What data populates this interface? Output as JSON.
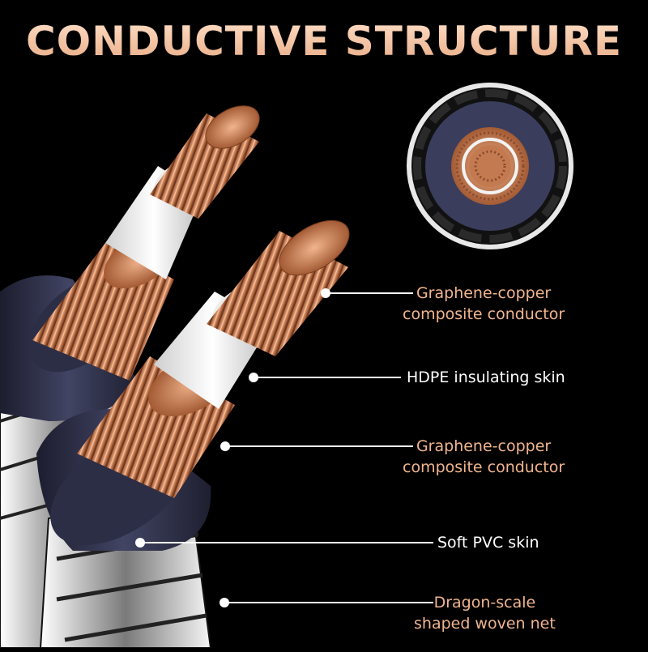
{
  "title": "CONDUCTIVE STRUCTURE",
  "callouts": [
    {
      "lines": [
        "Graphene-copper",
        "composite conductor"
      ],
      "color": "#f1b58f"
    },
    {
      "lines": [
        "HDPE insulating skin"
      ],
      "color": "#ffffff"
    },
    {
      "lines": [
        "Graphene-copper",
        "composite conductor"
      ],
      "color": "#f1b58f"
    },
    {
      "lines": [
        "Soft PVC skin"
      ],
      "color": "#ffffff"
    },
    {
      "lines": [
        "Dragon-scale",
        "shaped woven net"
      ],
      "color": "#f1b58f"
    }
  ],
  "colors": {
    "background": "#000000",
    "copper": "#d58a5e",
    "insulation": "#f2f2f2",
    "jacket": "#3a3d5c",
    "title": "#f2c9a8"
  }
}
